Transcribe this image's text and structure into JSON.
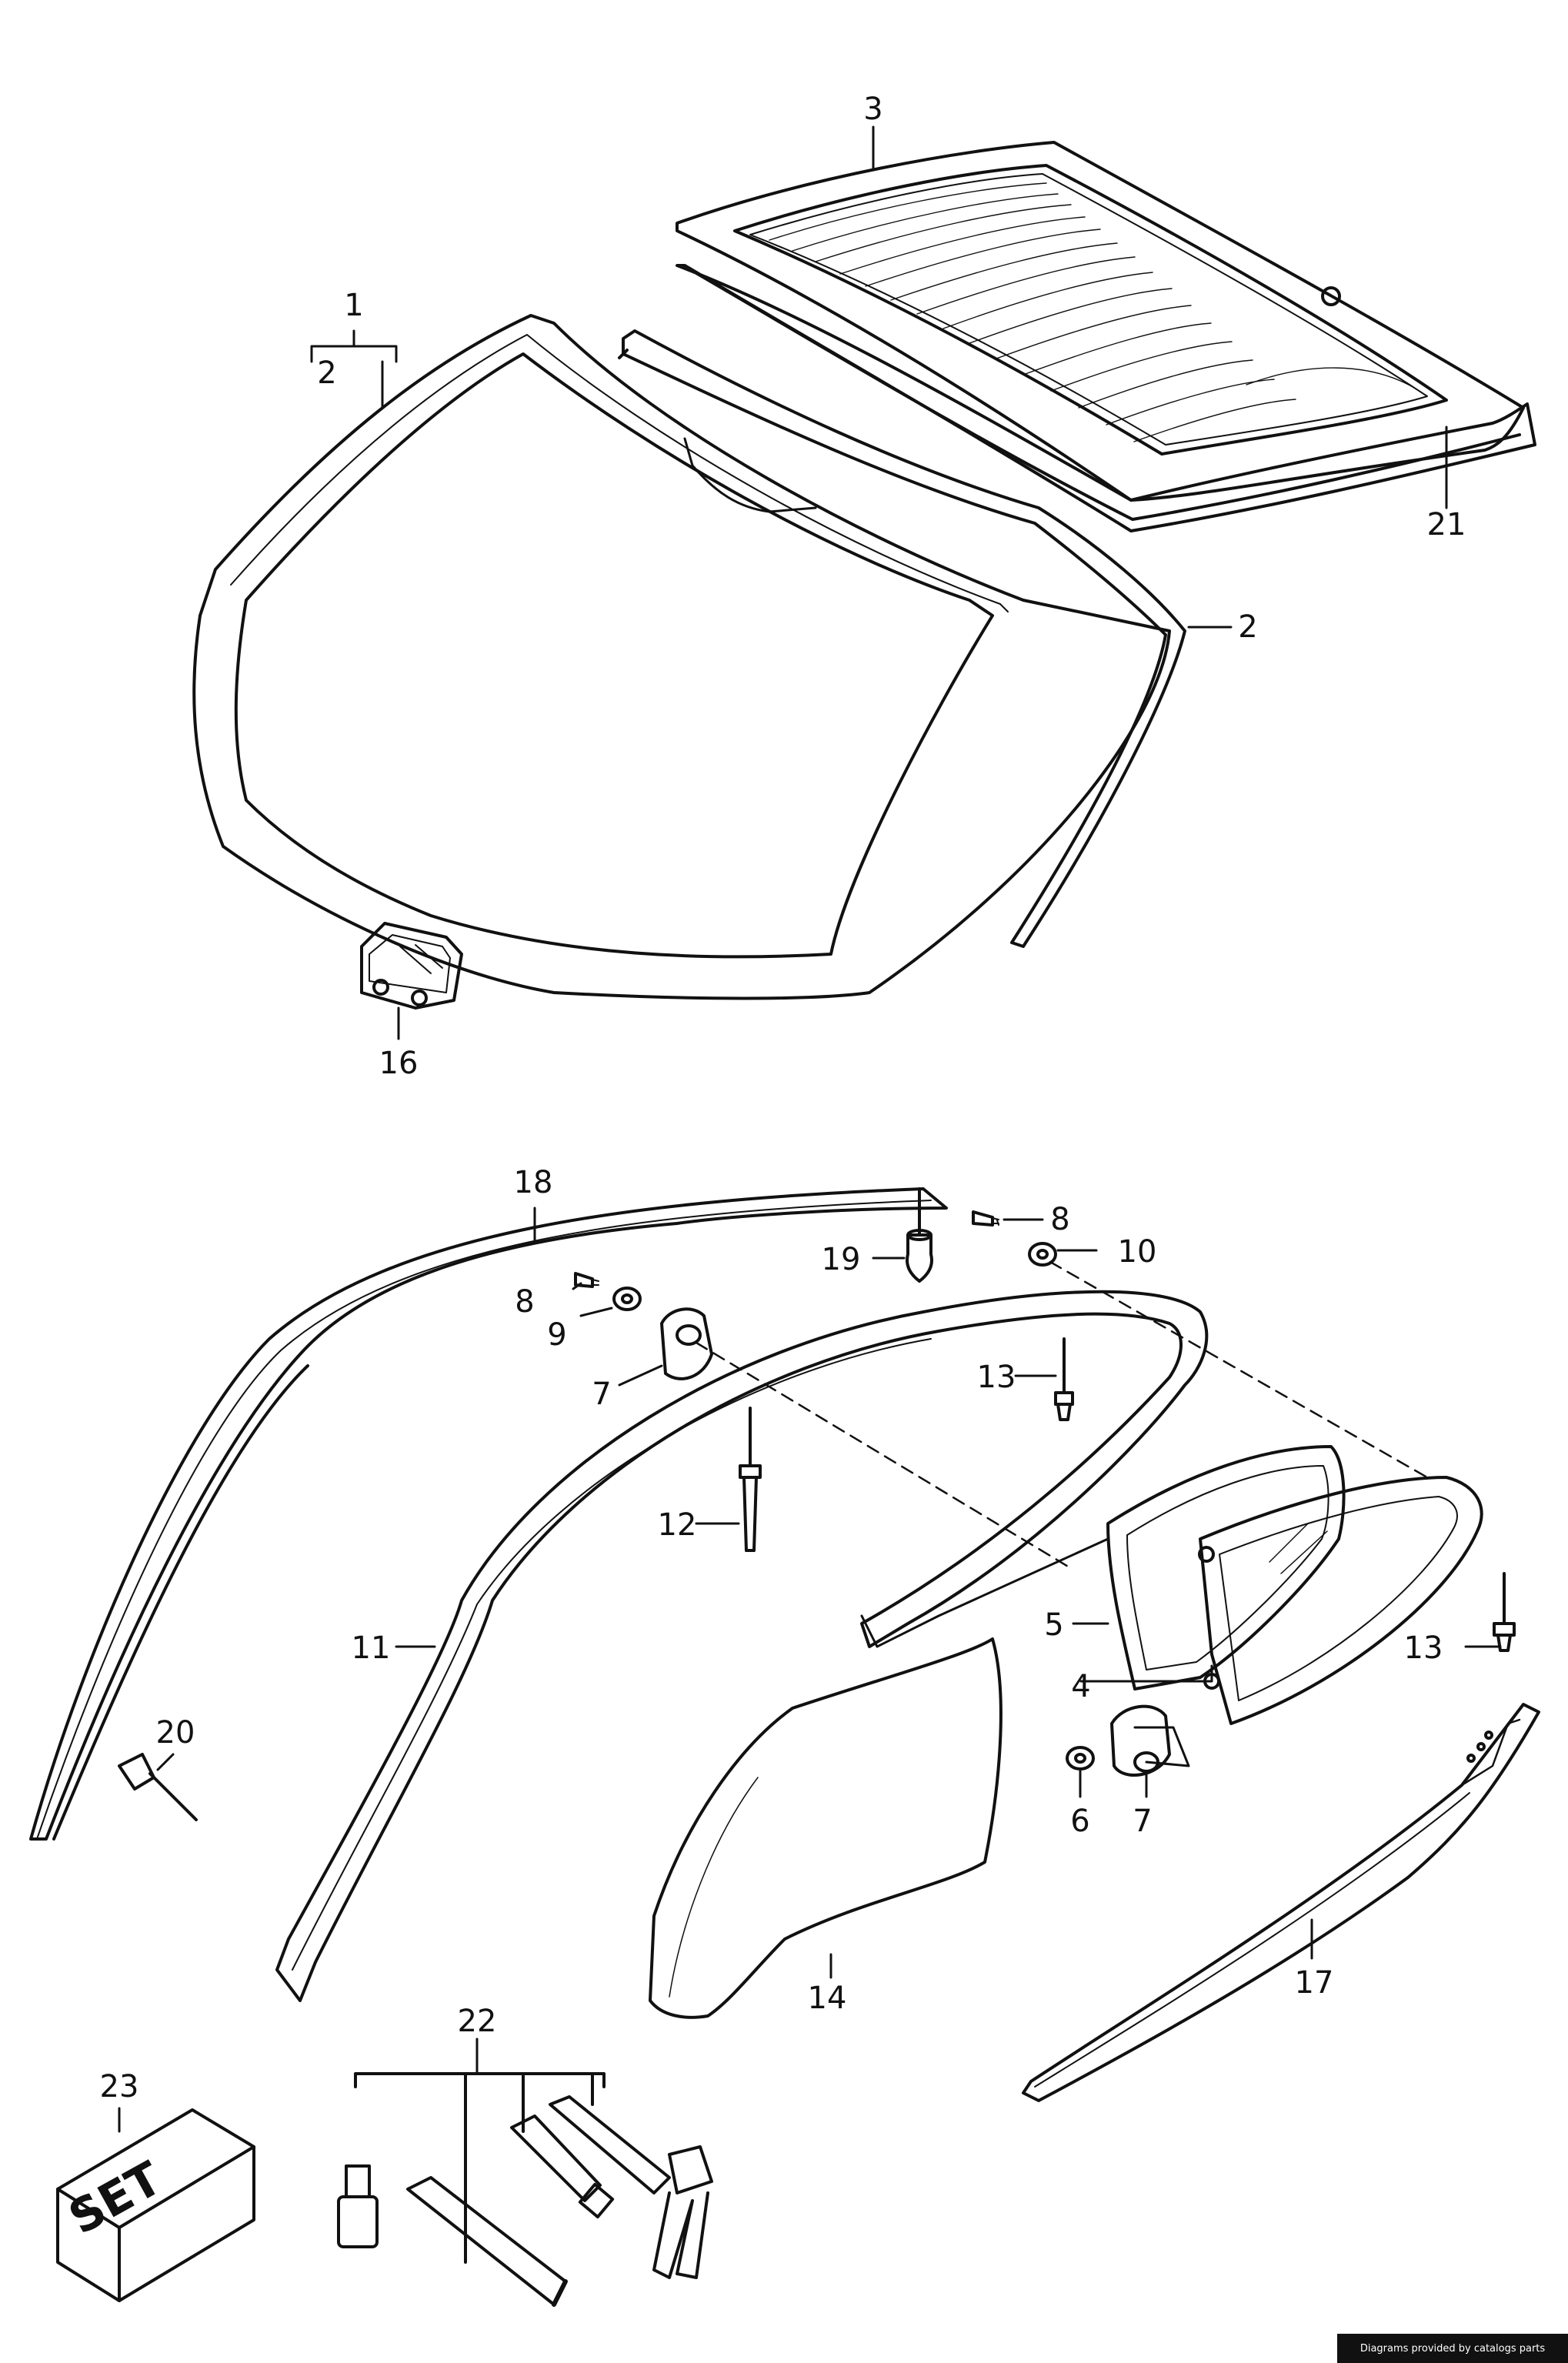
{
  "diagram": {
    "callouts": [
      {
        "id": "c1",
        "label": "1"
      },
      {
        "id": "c2a",
        "label": "2"
      },
      {
        "id": "c2b",
        "label": "2"
      },
      {
        "id": "c3",
        "label": "3"
      },
      {
        "id": "c21",
        "label": "21"
      },
      {
        "id": "c16",
        "label": "16"
      },
      {
        "id": "c18",
        "label": "18"
      },
      {
        "id": "c8a",
        "label": "8"
      },
      {
        "id": "c10",
        "label": "10"
      },
      {
        "id": "c19",
        "label": "19"
      },
      {
        "id": "c8b",
        "label": "8"
      },
      {
        "id": "c9",
        "label": "9"
      },
      {
        "id": "c7a",
        "label": "7"
      },
      {
        "id": "c13a",
        "label": "13"
      },
      {
        "id": "c12",
        "label": "12"
      },
      {
        "id": "c11",
        "label": "11"
      },
      {
        "id": "c5",
        "label": "5"
      },
      {
        "id": "c4",
        "label": "4"
      },
      {
        "id": "c13b",
        "label": "13"
      },
      {
        "id": "c20",
        "label": "20"
      },
      {
        "id": "c6",
        "label": "6"
      },
      {
        "id": "c7b",
        "label": "7"
      },
      {
        "id": "c14",
        "label": "14"
      },
      {
        "id": "c17",
        "label": "17"
      },
      {
        "id": "c22",
        "label": "22"
      },
      {
        "id": "c23",
        "label": "23"
      }
    ],
    "set_box_text": "SET"
  },
  "footer": {
    "credit": "Diagrams provided by catalogs parts"
  },
  "colors": {
    "line": "#111111",
    "background": "#ffffff",
    "credit_bar": "#111111",
    "credit_text": "#ffffff"
  }
}
